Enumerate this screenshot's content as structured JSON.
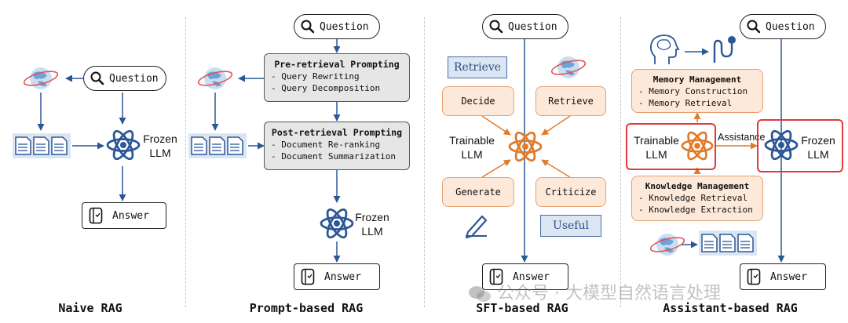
{
  "panels": {
    "naive": {
      "caption": "Naive RAG",
      "question": "Question",
      "llm_line1": "Frozen",
      "llm_line2": "LLM",
      "answer": "Answer"
    },
    "prompt": {
      "caption": "Prompt-based RAG",
      "question": "Question",
      "pre_title": "Pre-retrieval Prompting",
      "pre_items": [
        "- Query Rewriting",
        "- Query Decomposition"
      ],
      "post_title": "Post-retrieval Prompting",
      "post_items": [
        "- Document Re-ranking",
        "- Document Summarization"
      ],
      "llm_line1": "Frozen",
      "llm_line2": "LLM",
      "answer": "Answer"
    },
    "sft": {
      "caption": "SFT-based RAG",
      "question": "Question",
      "retrieve_token": "Retrieve",
      "useful_token": "Useful",
      "decide": "Decide",
      "retrieve": "Retrieve",
      "generate": "Generate",
      "criticize": "Criticize",
      "llm_line1": "Trainable",
      "llm_line2": "LLM",
      "answer": "Answer"
    },
    "assistant": {
      "caption": "Assistant-based RAG",
      "question": "Question",
      "memory_title": "Memory Management",
      "memory_items": [
        "- Memory Construction",
        "- Memory Retrieval"
      ],
      "knowledge_title": "Knowledge Management",
      "knowledge_items": [
        "- Knowledge Retrieval",
        "- Knowledge Extraction"
      ],
      "trainable_line1": "Trainable",
      "trainable_line2": "LLM",
      "assistance": "Assistance",
      "frozen_line1": "Frozen",
      "frozen_line2": "LLM",
      "answer": "Answer"
    }
  },
  "watermark": "公众号 · 大模型自然语言处理",
  "colors": {
    "blue": "#2b5797",
    "orange": "#e07b2a",
    "red": "#e4393c",
    "gray_box": "#e6e6e6",
    "orange_fill": "#fde9d9",
    "doc_fill": "#dce6f3"
  }
}
